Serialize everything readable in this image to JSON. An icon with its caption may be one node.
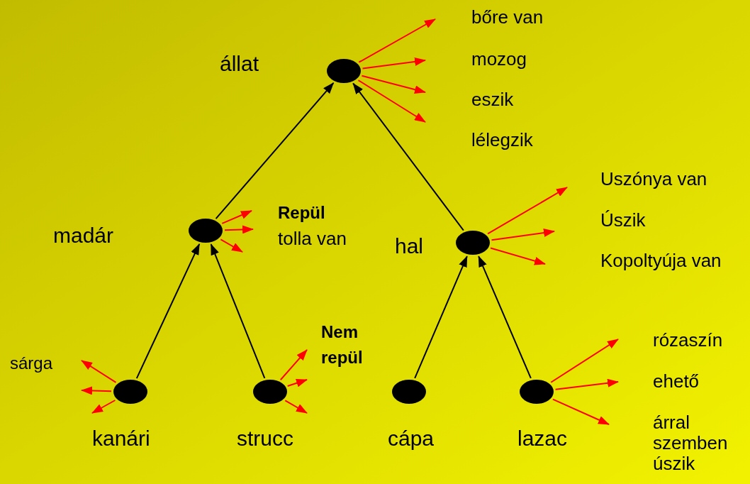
{
  "diagram": {
    "nodes": [
      {
        "text": [],
        "shape": "circle",
        "beside": [
          "állat"
        ]
      },
      {
        "text": [],
        "shape": "circle",
        "beside": [
          "madár"
        ]
      },
      {
        "text": [],
        "shape": "circle",
        "beside": [
          "hal"
        ]
      },
      {
        "text": [],
        "shape": "circle",
        "beside": [
          "kanári"
        ]
      },
      {
        "text": [],
        "shape": "circle",
        "beside": [
          "strucc"
        ]
      },
      {
        "text": [],
        "shape": "circle",
        "beside": [
          "cápa"
        ]
      },
      {
        "text": [],
        "shape": "circle",
        "beside": [
          "lazac"
        ]
      },
      {
        "text": [
          "bőre van"
        ]
      },
      {
        "text": [
          "mozog"
        ]
      },
      {
        "text": [
          "eszik"
        ]
      },
      {
        "text": [
          "lélegzik"
        ]
      },
      {
        "text": [
          "Uszónya van"
        ]
      },
      {
        "text": [
          "Úszik"
        ]
      },
      {
        "text": [
          "Kopoltyúja van"
        ]
      },
      {
        "text": [
          "rózaszín"
        ]
      },
      {
        "text": [
          "ehető"
        ]
      },
      {
        "text": [
          "árral szemben úszik"
        ]
      }
    ],
    "edges": [
      {
        "from": 3,
        "to": 1,
        "arrow": "to",
        "color": "#000000"
      },
      {
        "from": 4,
        "to": 1,
        "arrow": "to",
        "color": "#000000"
      },
      {
        "from": 1,
        "to": 0,
        "arrow": "to",
        "color": "#000000"
      },
      {
        "from": 2,
        "to": 0,
        "arrow": "to",
        "color": "#000000"
      },
      {
        "from": 5,
        "to": 2,
        "arrow": "to",
        "color": "#000000"
      },
      {
        "from": 6,
        "to": 2,
        "arrow": "to",
        "color": "#000000"
      },
      {
        "from": 0,
        "to": 7,
        "arrow": "to"
      },
      {
        "from": 0,
        "to": 8,
        "arrow": "to"
      },
      {
        "from": 0,
        "to": 9,
        "arrow": "to"
      },
      {
        "from": 0,
        "to": 10,
        "arrow": "to"
      },
      {
        "from": 2,
        "to": 11,
        "arrow": "to"
      },
      {
        "from": 2,
        "to": 12,
        "arrow": "to"
      },
      {
        "from": 2,
        "to": 13,
        "arrow": "to"
      },
      {
        "from": 6,
        "to": 14,
        "arrow": "to"
      },
      {
        "from": 6,
        "to": 15,
        "arrow": "to"
      },
      {
        "from": 6,
        "to": 16,
        "arrow": "to"
      },
      {
        "from": 1,
        "to": null,
        "arrow": "to"
      },
      {
        "from": 1,
        "to": null,
        "arrow": "to"
      },
      {
        "from": 1,
        "to": null,
        "arrow": "to"
      },
      {
        "from": 3,
        "to": null,
        "arrow": "to"
      },
      {
        "from": 3,
        "to": null,
        "arrow": "to"
      },
      {
        "from": 3,
        "to": null,
        "arrow": "to"
      },
      {
        "from": 4,
        "to": null,
        "arrow": "to"
      },
      {
        "from": 4,
        "to": null,
        "arrow": "to"
      },
      {
        "from": 4,
        "to": null,
        "arrow": "to"
      }
    ],
    "labels": [
      "Repül",
      "tolla van",
      "sárga",
      "Nem repül"
    ]
  }
}
